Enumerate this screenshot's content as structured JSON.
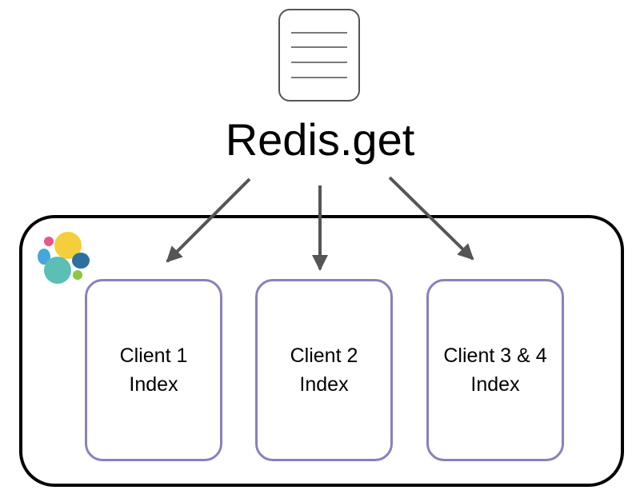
{
  "title": "Redis.get",
  "indexes": [
    {
      "line1": "Client 1",
      "line2": "Index"
    },
    {
      "line1": "Client 2",
      "line2": "Index"
    },
    {
      "line1": "Client 3 & 4",
      "line2": "Index"
    }
  ],
  "icons": {
    "document": "document-icon",
    "logo": "elasticsearch-logo-icon"
  },
  "colors": {
    "index_border": "#8c7fbd",
    "arrow": "#555555",
    "logo_yellow": "#f5cf3b",
    "logo_pink": "#e8578b",
    "logo_blue": "#46a6dc",
    "logo_teal": "#5bbfb5",
    "logo_darkblue": "#2f6f9e",
    "logo_green": "#8cc63f"
  }
}
